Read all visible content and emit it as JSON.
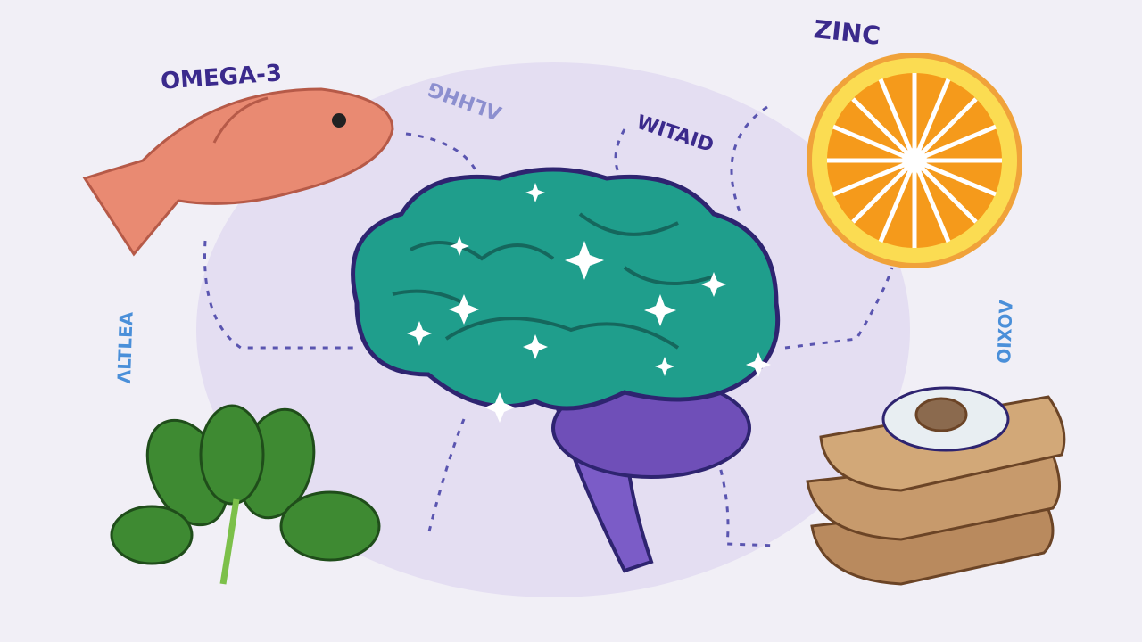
{
  "labels": {
    "omega": "OMEGA-3",
    "zinc": "ZINC",
    "witaid": "WITAID",
    "lhhg": "ɅLHHG",
    "ltlea": "ɅLTLEA",
    "ioxio": "ɅOXIO"
  },
  "colors": {
    "background": "#f1eff6",
    "brain": "#1f9e8c",
    "fish": "#e98a72",
    "orange": "#f59a1b",
    "spinach": "#3e8a32",
    "bread": "#b98a5e",
    "text": "#3b2a8c"
  }
}
